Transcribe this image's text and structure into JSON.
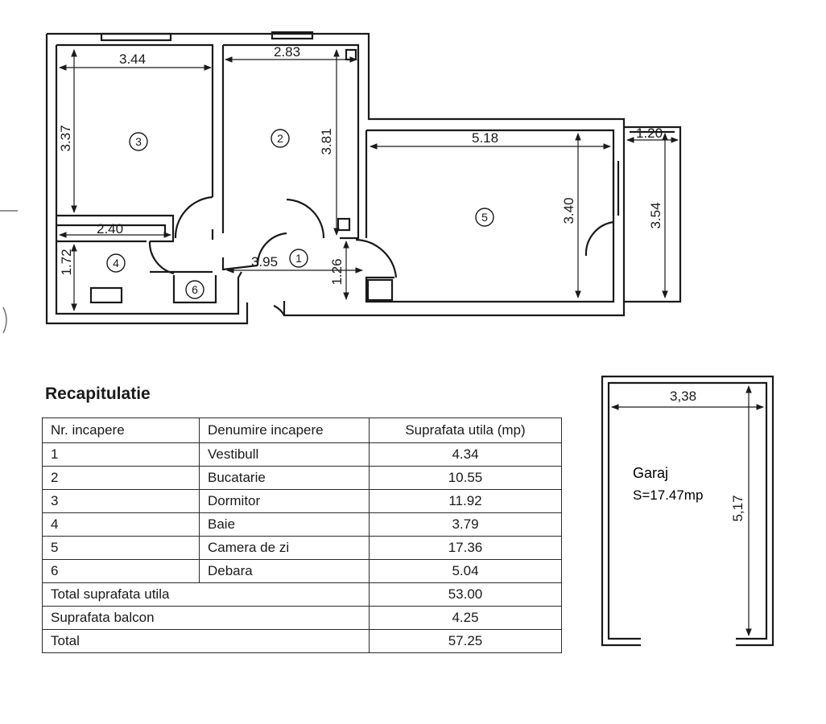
{
  "plan": {
    "dimensions": {
      "room3_width": "3.44",
      "room2_width": "2.83",
      "room5_width": "5.18",
      "balcony_width": "1.20",
      "room3_height": "3.37",
      "room2_height": "3.81",
      "room5_height": "3.40",
      "balcony_height": "3.54",
      "room4_width": "2.40",
      "room4_height": "1.72",
      "hall_width": "3.95",
      "hall_height": "1.26"
    },
    "room_numbers": {
      "r1": "1",
      "r2": "2",
      "r3": "3",
      "r4": "4",
      "r5": "5",
      "r6": "6"
    }
  },
  "summary": {
    "title": "Recapitulatie",
    "headers": [
      "Nr. incapere",
      "Denumire incapere",
      "Suprafata utila (mp)"
    ],
    "rows": [
      {
        "nr": "1",
        "name": "Vestibull",
        "area": "4.34"
      },
      {
        "nr": "2",
        "name": "Bucatarie",
        "area": "10.55"
      },
      {
        "nr": "3",
        "name": "Dormitor",
        "area": "11.92"
      },
      {
        "nr": "4",
        "name": "Baie",
        "area": "3.79"
      },
      {
        "nr": "5",
        "name": "Camera de zi",
        "area": "17.36"
      },
      {
        "nr": "6",
        "name": "Debara",
        "area": "5.04"
      }
    ],
    "totals": [
      {
        "label": "Total suprafata utila",
        "area": "53.00"
      },
      {
        "label": "Suprafata  balcon",
        "area": "4.25"
      },
      {
        "label": "Total",
        "area": "57.25"
      }
    ]
  },
  "garage": {
    "label": "Garaj",
    "area": "S=17.47mp",
    "width": "3,38",
    "height": "5,17"
  }
}
